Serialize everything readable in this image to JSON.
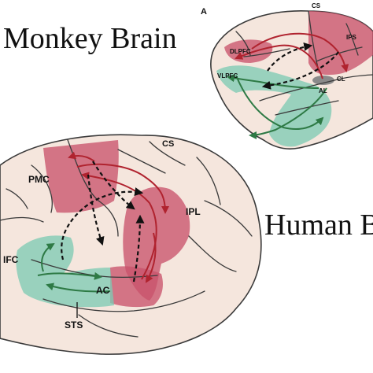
{
  "titles": {
    "monkey": "Monkey Brain",
    "human": "Human B"
  },
  "panel_letter": "A",
  "monkey_labels": {
    "cs": "CS",
    "ips": "IPS",
    "dlpfc": "DLPFC",
    "vlpfc": "VLPFC",
    "cl": "CL",
    "al": "AL"
  },
  "human_labels": {
    "cs": "CS",
    "pmc": "PMC",
    "ipl": "IPL",
    "ifc": "IFC",
    "ac": "AC",
    "sts": "STS"
  },
  "colors": {
    "dorsal_stream": "#c9536b",
    "ventral_stream": "#7fcbb3",
    "dorsal_arrow": "#b0232f",
    "ventral_arrow": "#2e7a45",
    "dashed_arrow": "#111111",
    "brain_fill": "#f5e6dd"
  }
}
